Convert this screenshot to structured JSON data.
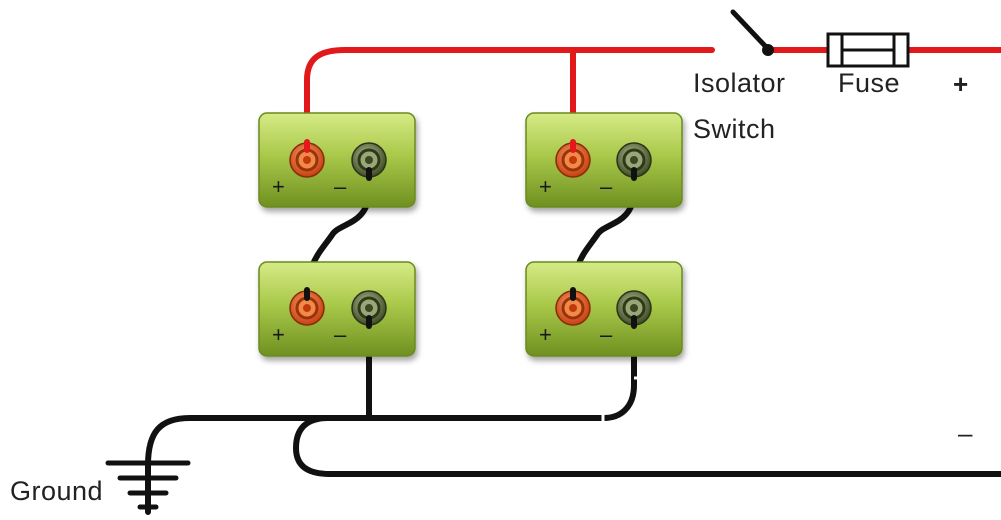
{
  "labels": {
    "isolator_line1": "Isolator",
    "isolator_line2": "Switch",
    "fuse": "Fuse",
    "output_positive": "+",
    "output_negative": "–",
    "ground": "Ground"
  },
  "batteries": [
    {
      "id": "top-left",
      "positive": "+",
      "negative": "–"
    },
    {
      "id": "top-right",
      "positive": "+",
      "negative": "–"
    },
    {
      "id": "bottom-left",
      "positive": "+",
      "negative": "–"
    },
    {
      "id": "bottom-right",
      "positive": "+",
      "negative": "–"
    }
  ],
  "colors": {
    "positive_wire": "#e2191b",
    "negative_wire": "#111111",
    "battery_top": "#c4dc6c",
    "battery_bottom": "#7ea12a",
    "positive_terminal": "#e0601e",
    "negative_terminal": "#4d5a34"
  }
}
